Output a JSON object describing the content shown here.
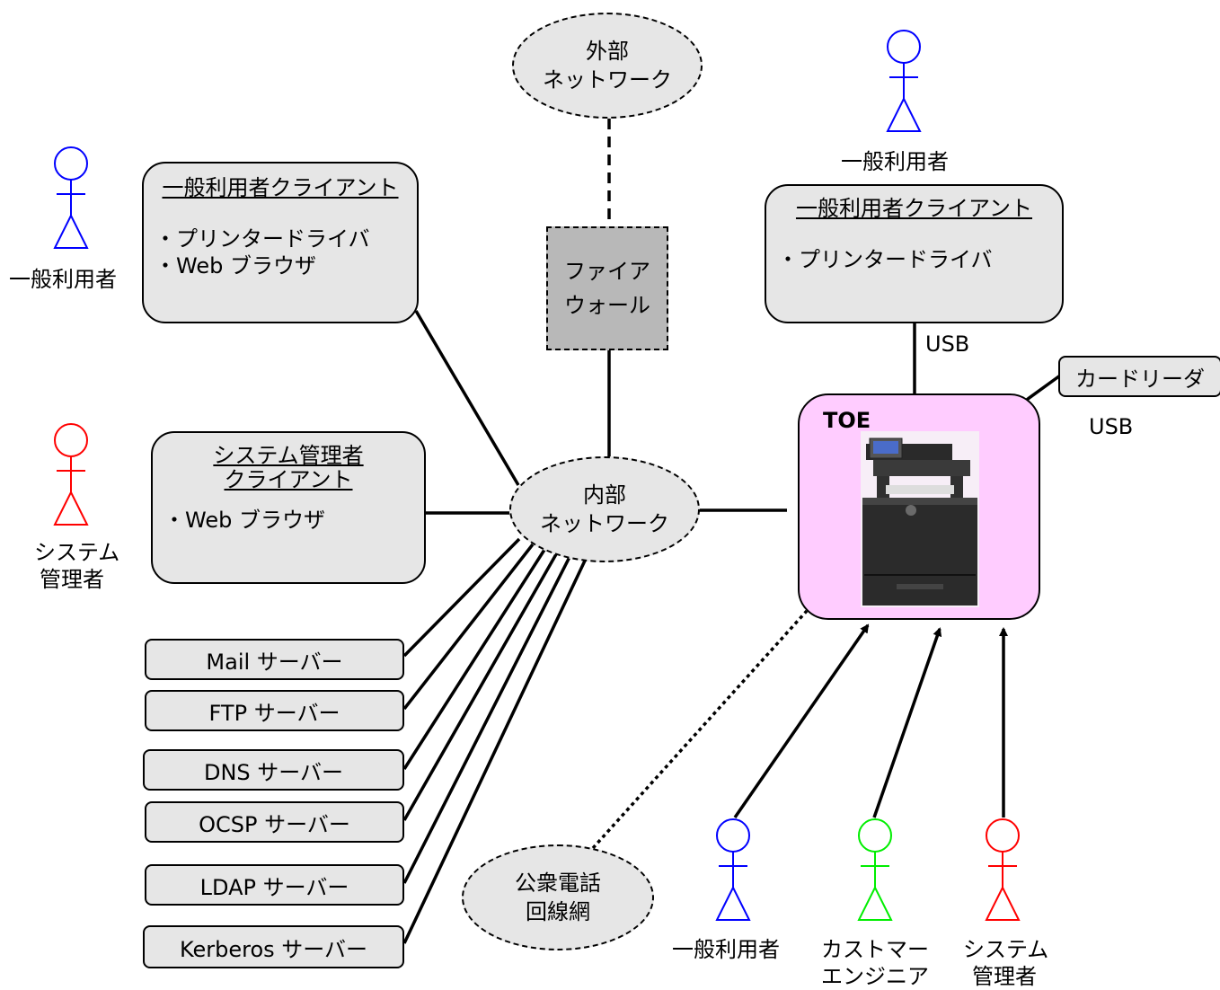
{
  "external_network": {
    "line1": "外部",
    "line2": "ネットワーク"
  },
  "internal_network": {
    "line1": "内部",
    "line2": "ネットワーク"
  },
  "firewall": {
    "line1": "ファイア",
    "line2": "ウォール"
  },
  "pstn": {
    "line1": "公衆電話",
    "line2": "回線網"
  },
  "left_user_client": {
    "title": "一般利用者クライアント",
    "items": [
      "・プリンタードライバ",
      "・Web ブラウザ"
    ]
  },
  "admin_client": {
    "title_line1": "システム管理者",
    "title_line2": "クライアント",
    "items": [
      "・Web ブラウザ"
    ]
  },
  "right_user_client": {
    "title": "一般利用者クライアント",
    "items": [
      "・プリンタードライバ"
    ]
  },
  "servers": [
    "Mail サーバー",
    "FTP サーバー",
    "DNS サーバー",
    "OCSP サーバー",
    "LDAP サーバー",
    "Kerberos サーバー"
  ],
  "card_reader": "カードリーダ",
  "usb_top": "USB",
  "usb_right": "USB",
  "toe": {
    "title": "TOE",
    "device_icon": "printer-icon"
  },
  "actors": {
    "left_general": {
      "line1": "一般利用者",
      "color": "#0000ff"
    },
    "left_admin": {
      "line1": "システム",
      "line2": "管理者",
      "color": "#ff0000"
    },
    "top_right_general": {
      "line1": "一般利用者",
      "color": "#0000ff"
    },
    "bottom_general": {
      "line1": "一般利用者",
      "color": "#0000ff"
    },
    "bottom_engineer": {
      "line1": "カストマー",
      "line2": "エンジニア",
      "color": "#00ee00"
    },
    "bottom_admin": {
      "line1": "システム",
      "line2": "管理者",
      "color": "#ff0000"
    }
  }
}
